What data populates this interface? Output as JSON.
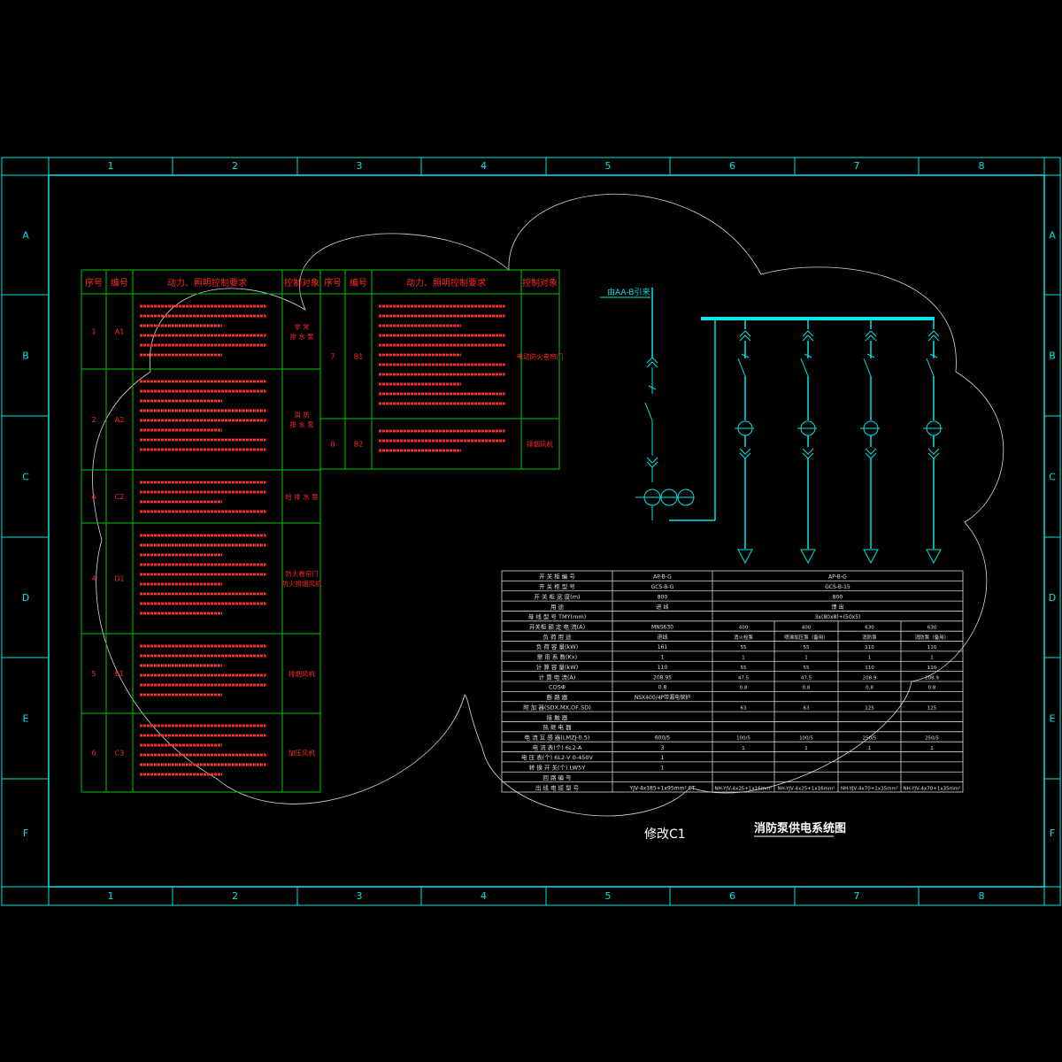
{
  "frame": {
    "col_labels": [
      "1",
      "2",
      "3",
      "4",
      "5",
      "6",
      "7",
      "8"
    ],
    "row_labels": [
      "A",
      "B",
      "C",
      "D",
      "E",
      "F"
    ]
  },
  "control_table": {
    "headers": {
      "seq": "序号",
      "code": "编号",
      "desc": "动力、照明控制要求",
      "object": "控制对象"
    },
    "rows": [
      {
        "seq": "1",
        "code": "A1",
        "object": "非 常\n排 水 泵"
      },
      {
        "seq": "2",
        "code": "A2",
        "object": "消 防\n排 水 泵"
      },
      {
        "seq": "A",
        "code": "C2",
        "object": "给 排 水 泵"
      },
      {
        "seq": "4",
        "code": "D1",
        "object": "防火卷帘门\n防火排烟风机"
      },
      {
        "seq": "5",
        "code": "E1",
        "object": "排烟风机"
      },
      {
        "seq": "6",
        "code": "C3",
        "object": "加压风机"
      },
      {
        "seq": "7",
        "code": "B1",
        "object": "电动防火卷帘门"
      },
      {
        "seq": "8",
        "code": "B2",
        "object": "排烟风机"
      }
    ]
  },
  "schematic": {
    "incoming_label": "由AA-B引来"
  },
  "params_table": {
    "rows": [
      {
        "label": "开 关 柜 编 号",
        "c1": "AP-B-G",
        "c2": "AP-B-G"
      },
      {
        "label": "开 关 柜 型 号",
        "c1": "GCS-B-G",
        "c2": "GCS-B-15"
      },
      {
        "label": "开 关 柜 宽 度(m)",
        "c1": "800",
        "c2": "800"
      },
      {
        "label": "用 途",
        "c1": "进 线",
        "c2": "馈 出"
      },
      {
        "label": "母 线 型 号 TMY(mm)",
        "c1": "",
        "c2": "3x(80x8)+(50x5)"
      },
      {
        "label": "开关柜 额 定 电 流(A)",
        "c1": "MNS630",
        "c2": "",
        "v": [
          "400",
          "400",
          "630",
          "630"
        ]
      },
      {
        "label": "负 荷 用 途",
        "c1": "进线",
        "v": [
          "消火栓泵",
          "喷淋加压泵（备用）",
          "消防泵",
          "消防泵（备用）"
        ]
      },
      {
        "label": "负 荷 容 量(kW)",
        "c1": "161",
        "v": [
          "55",
          "55",
          "110",
          "110"
        ]
      },
      {
        "label": "需 用 系 数(Kx)",
        "c1": "1",
        "v": [
          "1",
          "1",
          "1",
          "1"
        ]
      },
      {
        "label": "计 算 容 量(kW)",
        "c1": "110",
        "v": [
          "55",
          "55",
          "110",
          "110"
        ]
      },
      {
        "label": "计 算 电 流(A)",
        "c1": "208.95",
        "v": [
          "47.5",
          "47.5",
          "208.9",
          "208.9"
        ]
      },
      {
        "label": "COSΦ",
        "c1": "0.8",
        "v": [
          "0.8",
          "0.8",
          "0.8",
          "0.8"
        ]
      },
      {
        "label": "断 路 器",
        "c1": "NSX400/4P带漏电保护",
        "v": [
          "",
          "",
          "",
          ""
        ]
      },
      {
        "label": "附 加 器(SDX,MX,OF,SD)",
        "c1": "",
        "v": [
          "63",
          "63",
          "125",
          "125"
        ]
      },
      {
        "label": "接 触 器",
        "c1": "",
        "v": [
          "",
          "",
          "",
          ""
        ]
      },
      {
        "label": "热 继 电 器",
        "c1": "",
        "v": [
          "",
          "",
          "",
          ""
        ]
      },
      {
        "label": "电 流 互 感 器(LMZJ-0.5)",
        "c1": "600/5",
        "v": [
          "100/5",
          "100/5",
          "250/5",
          "250/5"
        ]
      },
      {
        "label": "电 流 表(个) 6L2-A",
        "c1": "3",
        "v": [
          "1",
          "1",
          "1",
          "1"
        ]
      },
      {
        "label": "电 压 表(个) 6L2-V 0-450V",
        "c1": "1",
        "v": [
          "",
          "",
          "",
          ""
        ]
      },
      {
        "label": "转 换 开 关(个) LW5Y",
        "c1": "1",
        "v": [
          "",
          "",
          "",
          ""
        ]
      },
      {
        "label": "回 路 编 号",
        "c1": "",
        "v": [
          "",
          "",
          "",
          ""
        ]
      },
      {
        "label": "出 线 电 缆 型 号",
        "c1": "YJV-4x185+1x95mm² CT",
        "v": [
          "NH-YJV-4x25+1x16mm²",
          "NH-YJV-4x25+1x16mm²",
          "NH-YJV-4x70+1x35mm²",
          "NH-YJV-4x70+1x35mm²"
        ]
      }
    ]
  },
  "titles": {
    "revision": "修改C1",
    "main": "消防泵供电系统图"
  },
  "colors": {
    "frame": "#00e5e5",
    "table_grid": "#00c800",
    "table_text": "#ff2a2a",
    "cloud": "#d8d8d8",
    "title": "#ffffff"
  }
}
